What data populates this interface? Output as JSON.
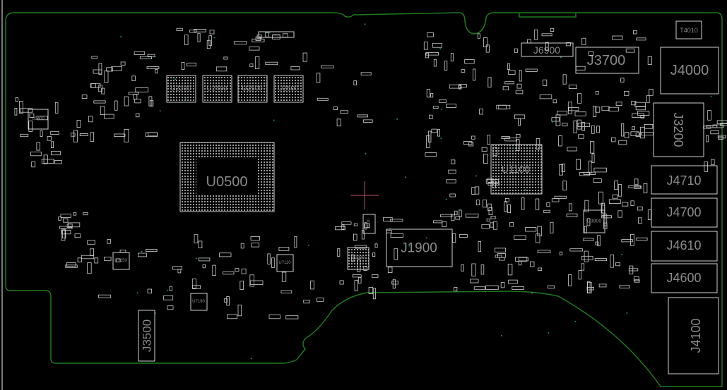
{
  "viewer": {
    "board_outline_color": "#1f7a1f",
    "component_color": "#cfcfcf",
    "label_color": "#8a8a8a",
    "background_color": "#000000",
    "cursor_color": "#c0506a",
    "cursor_icon": "crosshair"
  },
  "components": {
    "u0500": "U0500",
    "u1100": "U1100",
    "j1900": "J1900",
    "j3500": "J3500",
    "j3700": "J3700",
    "j4000": "J4000",
    "j3200": "J3200",
    "j4710": "J4710",
    "j4700": "J4700",
    "j4610": "J4610",
    "j4600": "J4600",
    "j4100": "J4100",
    "j6900": "J6900",
    "t4010": "T4010",
    "u2300": "U2300",
    "u2400": "U2400",
    "u2500": "U2500",
    "u2600": "U2600",
    "u3900": "U3900",
    "u5400": "U5400",
    "u7150": "U7150",
    "u7110": "U7110",
    "u7190": "U7190",
    "u3800": "U3800",
    "j5120": "J5120",
    "j3520": "J3520"
  }
}
